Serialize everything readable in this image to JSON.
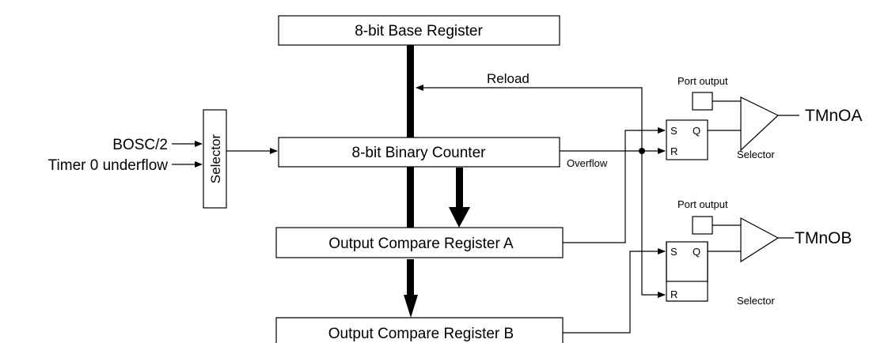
{
  "diagram": {
    "blocks": {
      "base_register": "8-bit Base Register",
      "binary_counter": "8-bit Binary Counter",
      "compare_a": "Output Compare Register A",
      "compare_b": "Output Compare Register B",
      "selector": "Selector"
    },
    "inputs": {
      "bosc": "BOSC/2",
      "timer0": "Timer 0 underflow"
    },
    "signals": {
      "reload": "Reload",
      "overflow": "Overflow"
    },
    "flipflops": {
      "set": "S",
      "reset": "R",
      "q": "Q"
    },
    "outputs": {
      "port_output_a": "Port output",
      "port_output_b": "Port output",
      "selector_a": "Selector",
      "selector_b": "Selector",
      "tmnoa": "TMnOA",
      "tmnob": "TMnOB"
    }
  }
}
